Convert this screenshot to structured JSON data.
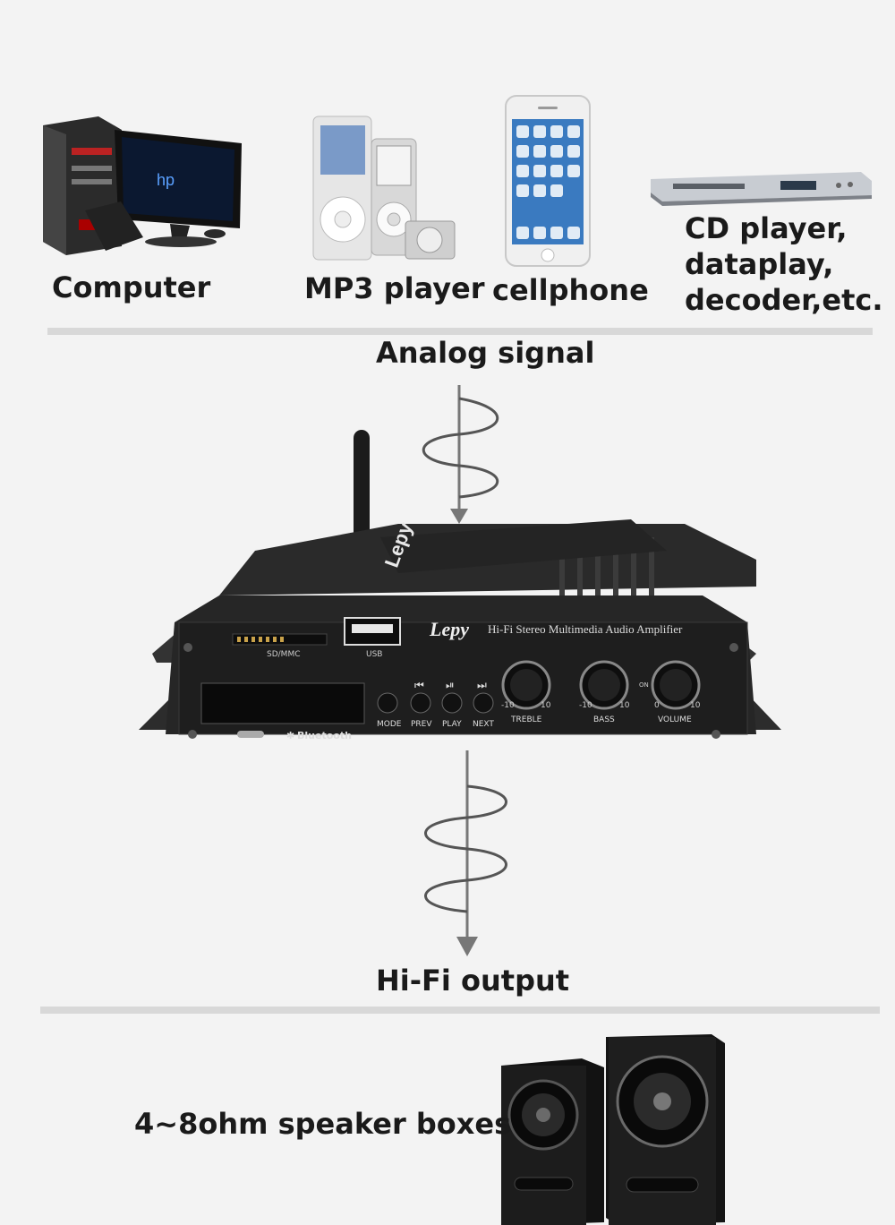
{
  "sources": {
    "computer": "Computer",
    "mp3": "MP3 player",
    "cellphone": "cellphone",
    "cd_lines": [
      "CD player,",
      "dataplay,",
      "decoder,etc."
    ]
  },
  "flow": {
    "input_label": "Analog signal",
    "output_label": "Hi-Fi output"
  },
  "amplifier": {
    "brand": "Lepy",
    "model_text": "Hi-Fi Stereo Multimedia Audio Amplifier",
    "sd_label": "SD/MMC",
    "usb_label": "USB",
    "bluetooth_label": "Bluetooth",
    "buttons": [
      "MODE",
      "PREV",
      "PLAY",
      "NEXT"
    ],
    "knobs": [
      {
        "label": "TREBLE",
        "min": "-10",
        "max": "10"
      },
      {
        "label": "BASS",
        "min": "-10",
        "max": "10"
      },
      {
        "label": "VOLUME",
        "min": "0",
        "max": "10"
      }
    ],
    "on_label": "ON"
  },
  "output": {
    "speaker_label": "4~8ohm speaker boxes"
  }
}
